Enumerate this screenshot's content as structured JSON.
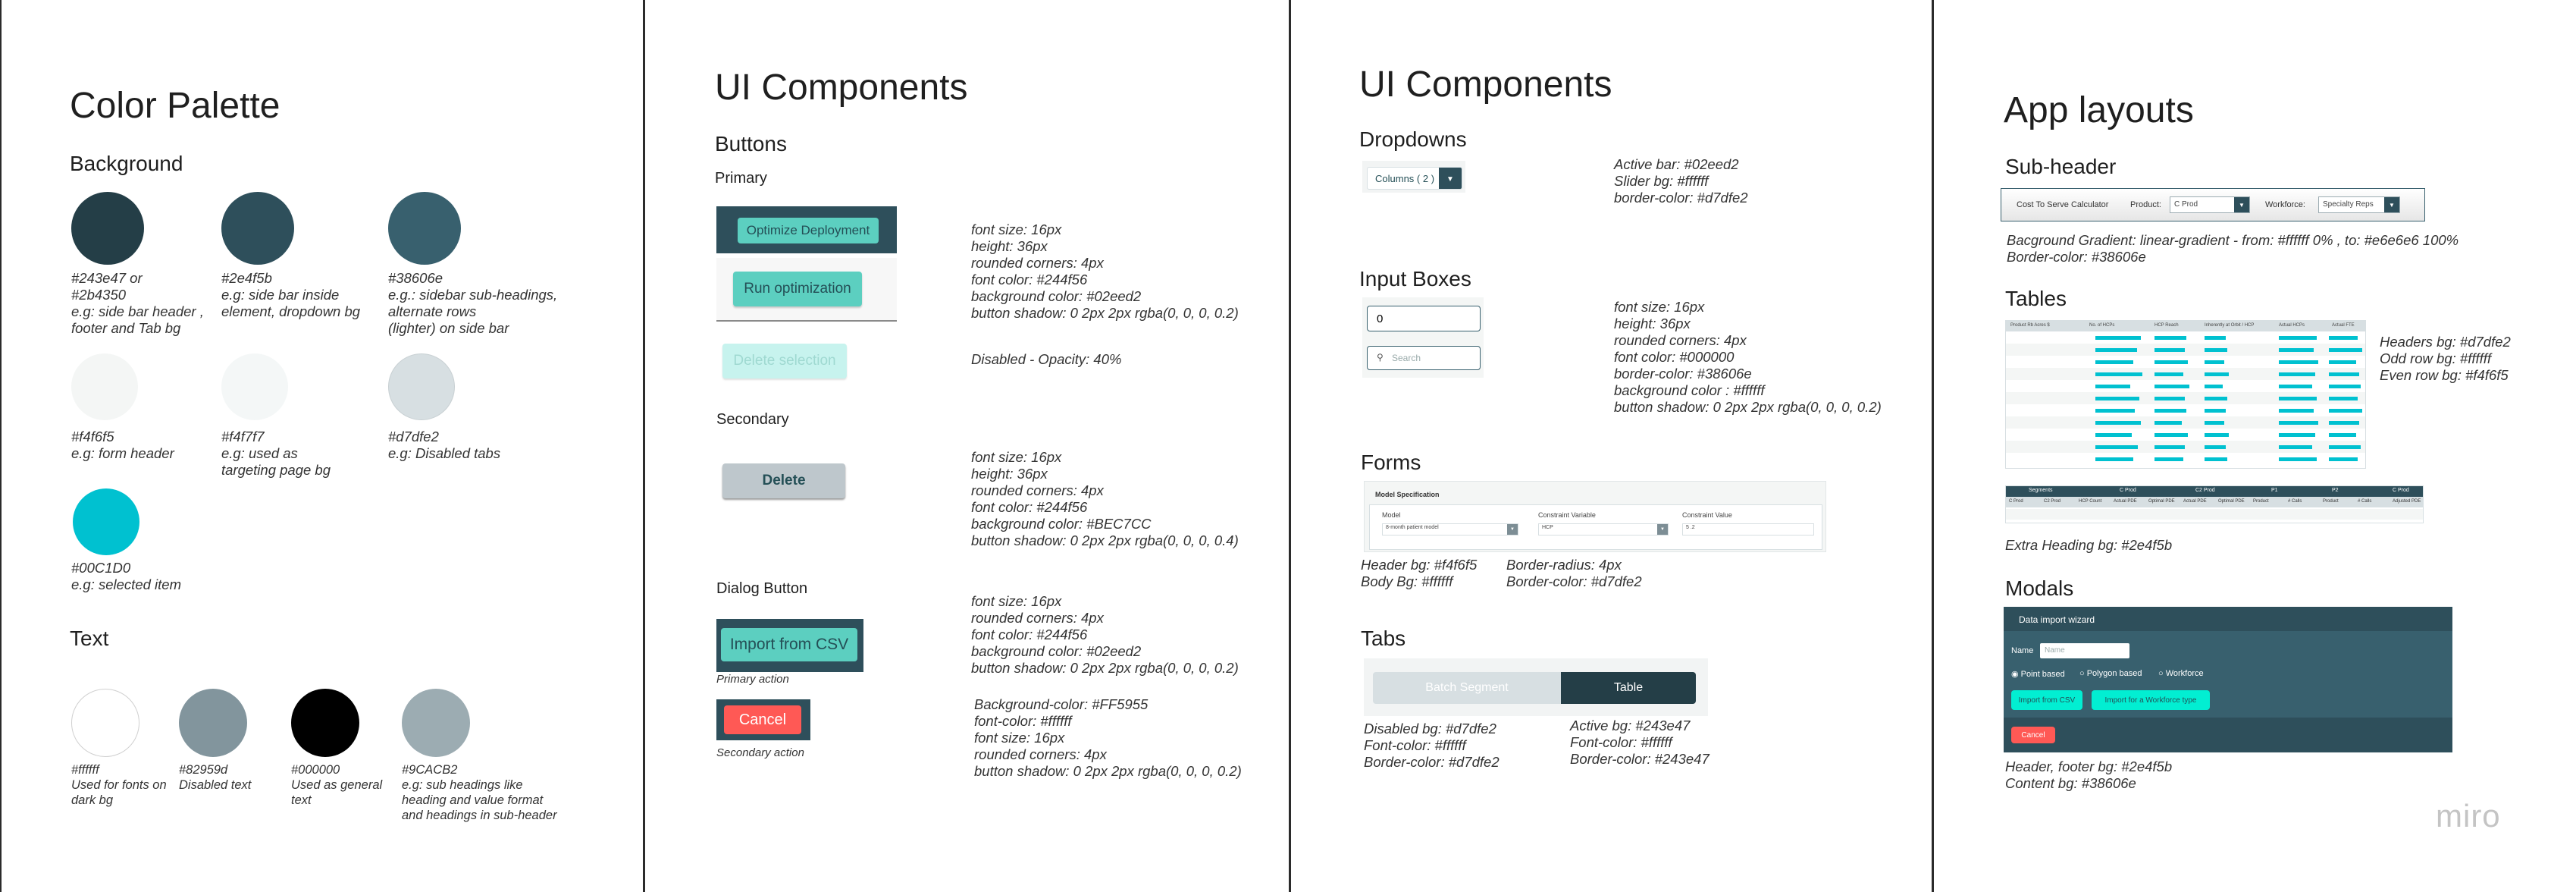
{
  "colors": {
    "accent": "#00C1D0",
    "dark_header": "#243e47",
    "sidebar": "#2e4f5b",
    "subheading": "#38606e",
    "form_header": "#f4f6f5",
    "targeting_bg": "#f4f7f7",
    "disabled_tabs": "#d7dfe2",
    "button_bg": "#02eed2",
    "cancel": "#FF5955",
    "muted_text": "#82959d",
    "subheading_text": "#9CACB2"
  },
  "palette": {
    "title": "Color Palette",
    "background_heading": "Background",
    "swatches": [
      {
        "color": "#243e47",
        "line1": "#243e47 or",
        "line2": "#2b4350",
        "line3": "e.g: side bar header ,",
        "line4": "footer and Tab bg"
      },
      {
        "color": "#2e4f5b",
        "line1": "#2e4f5b",
        "line2": "e.g: side bar inside",
        "line3": "element, dropdown bg"
      },
      {
        "color": "#38606e",
        "line1": "#38606e",
        "line2": "e.g.: sidebar sub-headings,",
        "line3": "alternate rows",
        "line4": "(lighter) on side bar"
      },
      {
        "color": "#f4f6f5",
        "line1": "#f4f6f5",
        "line2": "e.g: form header"
      },
      {
        "color": "#f4f7f7",
        "line1": "#f4f7f7",
        "line2": "e.g: used as",
        "line3": "targeting page bg"
      },
      {
        "color": "#d7dfe2",
        "line1": "#d7dfe2",
        "line2": "e.g: Disabled tabs"
      },
      {
        "color": "#00C1D0",
        "line1": "#00C1D0",
        "line2": "e.g: selected item"
      }
    ],
    "text_heading": "Text",
    "text_swatches": [
      {
        "color": "#ffffff",
        "line1": "#ffffff",
        "line2": "Used for fonts on",
        "line3": "dark bg"
      },
      {
        "color": "#82959d",
        "line1": "#82959d",
        "line2": "Disabled text"
      },
      {
        "color": "#000000",
        "line1": "#000000",
        "line2": "Used as general",
        "line3": "text"
      },
      {
        "color": "#9CACB2",
        "line1": "#9CACB2",
        "line2": "e.g: sub headings like",
        "line3": "heading and value format",
        "line4": "and headings in sub-header"
      }
    ]
  },
  "buttons_panel": {
    "title": "UI Components",
    "buttons_heading": "Buttons",
    "primary_heading": "Primary",
    "optimize_label": "Optimize Deployment",
    "run_label": "Run optimization",
    "delete_selection_label": "Delete selection",
    "primary_specs": [
      "font size: 16px",
      "height: 36px",
      "rounded corners: 4px",
      "font color: #244f56",
      "background color: #02eed2",
      "button shadow: 0 2px 2px rgba(0, 0, 0, 0.2)"
    ],
    "disabled_spec": "Disabled - Opacity: 40%",
    "secondary_heading": "Secondary",
    "delete_label": "Delete",
    "secondary_specs": [
      "font size: 16px",
      "height: 36px",
      "rounded corners: 4px",
      "font color: #244f56",
      "background color: #BEC7CC",
      "button shadow: 0 2px 2px rgba(0, 0, 0, 0.4)"
    ],
    "dialog_heading": "Dialog Button",
    "import_label": "Import from CSV",
    "primary_action": "Primary action",
    "dialog_specs": [
      "font size: 16px",
      "rounded corners: 4px",
      "font color: #244f56",
      "background color: #02eed2",
      "button shadow: 0 2px 2px rgba(0, 0, 0, 0.2)"
    ],
    "cancel_label": "Cancel",
    "secondary_action": "Secondary action",
    "cancel_specs": [
      "Background-color: #FF5955",
      "font-color: #ffffff",
      "font size: 16px",
      "rounded corners: 4px",
      "button shadow: 0 2px 2px rgba(0, 0, 0, 0.2)"
    ]
  },
  "inputs_panel": {
    "title": "UI Components",
    "dropdowns_heading": "Dropdowns",
    "dropdown_value": "Columns ( 2 )",
    "dropdown_specs": [
      "Active bar: #02eed2",
      "Slider bg: #ffffff",
      "border-color: #d7dfe2"
    ],
    "input_heading": "Input Boxes",
    "input_value": "0",
    "search_placeholder": "Search",
    "input_specs": [
      "font size: 16px",
      "height: 36px",
      "rounded corners: 4px",
      "font color: #000000",
      "border-color: #38606e",
      "background color : #ffffff",
      "button shadow: 0 2px 2px rgba(0, 0, 0, 0.2)"
    ],
    "forms_heading": "Forms",
    "form_title": "Model Specification",
    "form_fields": [
      {
        "label": "Model",
        "value": "8-month patient model"
      },
      {
        "label": "Constraint Variable",
        "value": "HCP"
      },
      {
        "label": "Constraint Value",
        "value": "5 .2"
      }
    ],
    "forms_specs_left": [
      "Header bg: #f4f6f5",
      "Body Bg: #ffffff"
    ],
    "forms_specs_right": [
      "Border-radius: 4px",
      "Border-color: #d7dfe2"
    ],
    "tabs_heading": "Tabs",
    "tab_disabled_label": "Batch Segment",
    "tab_active_label": "Table",
    "tabs_specs_left": [
      "Disabled bg: #d7dfe2",
      "Font-color: #ffffff",
      "Border-color: #d7dfe2"
    ],
    "tabs_specs_right": [
      "Active bg: #243e47",
      "Font-color: #ffffff",
      "Border-color: #243e47"
    ]
  },
  "layouts_panel": {
    "title": "App layouts",
    "subheader_heading": "Sub-header",
    "subheader_app": "Cost To Serve Calculator",
    "subheader_product_label": "Product:",
    "subheader_product_value": "C Prod",
    "subheader_workforce_label": "Workforce:",
    "subheader_workforce_value": "Specialty Reps",
    "subheader_specs": [
      "Bacground Gradient:  linear-gradient - from: #ffffff 0% , to: #e6e6e6 100%",
      "Border-color: #38606e"
    ],
    "tables_heading": "Tables",
    "table_headers": [
      "Product Rb Acres $",
      "No. of HCPs",
      "HCP Reach",
      "Inherently at Orbit / HCP",
      "Actual HCPs",
      "Actual FTE"
    ],
    "tables_specs": [
      "Headers bg: #d7dfe2",
      "Odd row bg: #ffffff",
      "Even row bg: #f4f6f5"
    ],
    "ext_groups": [
      "Segments",
      "C Prod",
      "C2 Prod",
      "P1",
      "P2",
      "C Prod"
    ],
    "ext_cols": [
      "C Prod",
      "C2 Prod",
      "HCP Count",
      "Actual PDE",
      "Optimal PDE",
      "Actual PDE",
      "Optimal PDE",
      "Product",
      "# Calls",
      "Product",
      "# Calls",
      "Adjusted PDE"
    ],
    "extra_heading_spec": "Extra Heading bg: #2e4f5b",
    "modals_heading": "Modals",
    "modal_title": "Data import wizard",
    "modal_name_label": "Name",
    "modal_name_placeholder": "Name",
    "modal_radios": [
      "Point based",
      "Polygon based",
      "Workforce"
    ],
    "modal_import_label": "Import from CSV",
    "modal_import_workforce_label": "Import for a Workforce type",
    "modal_cancel_label": "Cancel",
    "modal_specs": [
      "Header, footer bg: #2e4f5b",
      "Content bg: #38606e"
    ],
    "watermark": "miro"
  }
}
